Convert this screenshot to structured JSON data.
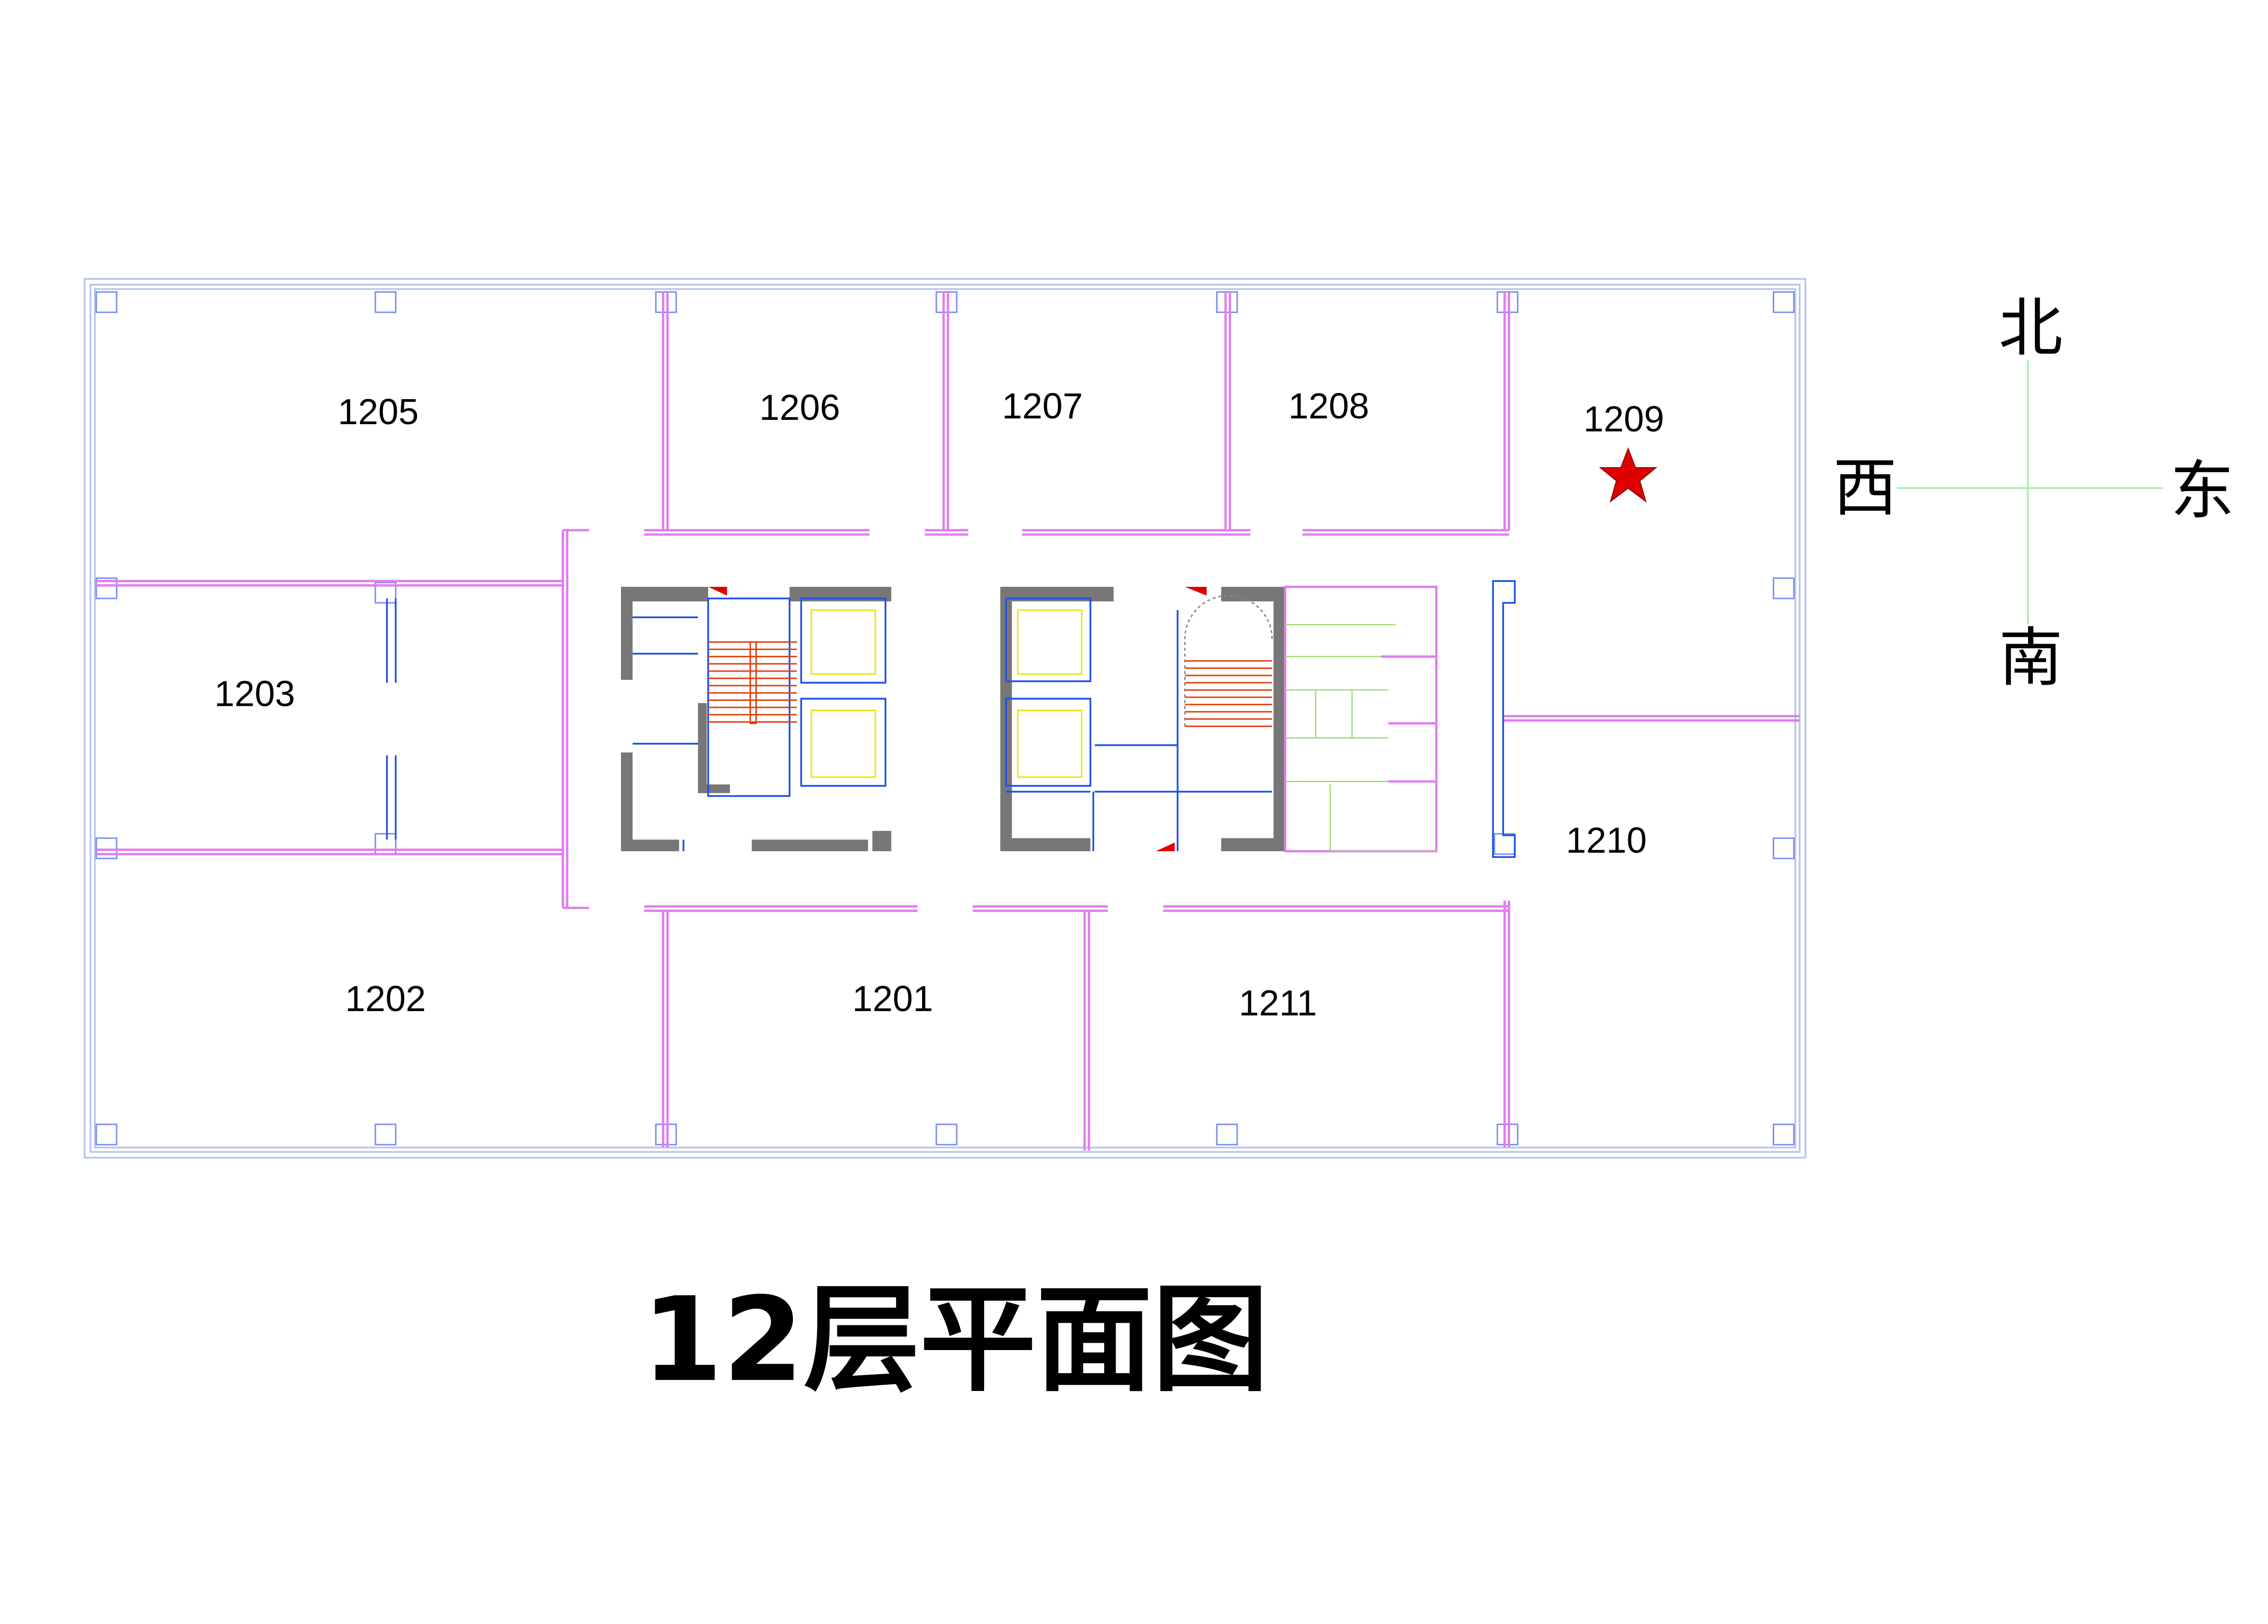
{
  "floor_plan": {
    "title": "12层平面图",
    "rooms": [
      "1205",
      "1206",
      "1207",
      "1208",
      "1209",
      "1203",
      "1210",
      "1202",
      "1201",
      "1211"
    ],
    "marker": {
      "room": "1209",
      "icon": "star-icon",
      "color": "#e00000"
    }
  },
  "compass": {
    "north": "北",
    "south": "南",
    "west": "西",
    "east": "东",
    "line_color": "#a0f0a0"
  }
}
